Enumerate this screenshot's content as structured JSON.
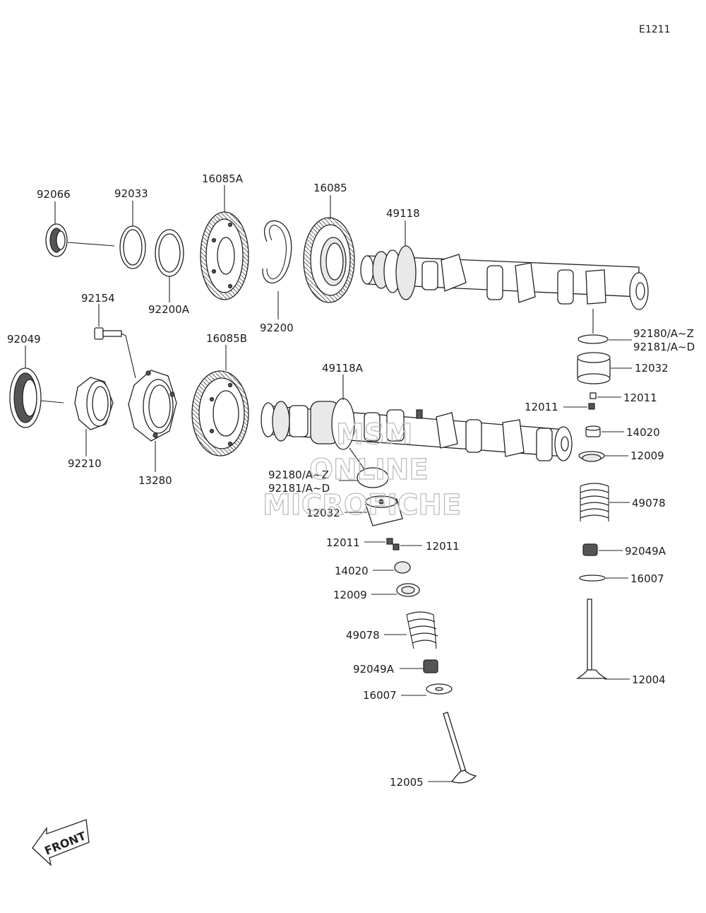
{
  "diagram_code": "E1211",
  "watermark": {
    "line1": "MSM",
    "line2": "ONLINE",
    "line3": "MICROFICHE"
  },
  "front_label": "FRONT",
  "parts": {
    "p92066": "92066",
    "p92033": "92033",
    "p16085A": "16085A",
    "p16085": "16085",
    "p49118": "49118",
    "p92200A": "92200A",
    "p92200": "92200",
    "p92154": "92154",
    "p92049": "92049",
    "p16085B": "16085B",
    "p49118A": "49118A",
    "p92180_top": "92180/A~Z",
    "p92181_top": "92181/A~D",
    "p12032_right": "12032",
    "p12011_r1": "12011",
    "p12011_r2": "12011",
    "p14020_right": "14020",
    "p12009_right": "12009",
    "p49078_right": "49078",
    "p92049A_right": "92049A",
    "p16007_right": "16007",
    "p12004": "12004",
    "p92210": "92210",
    "p13280": "13280",
    "p92180_mid": "92180/A~Z",
    "p92181_mid": "92181/A~D",
    "p12032_mid": "12032",
    "p12011_m1": "12011",
    "p12011_m2": "12011",
    "p14020_mid": "14020",
    "p12009_mid": "12009",
    "p49078_mid": "49078",
    "p92049A_mid": "92049A",
    "p16007_mid": "16007",
    "p12005": "12005"
  }
}
